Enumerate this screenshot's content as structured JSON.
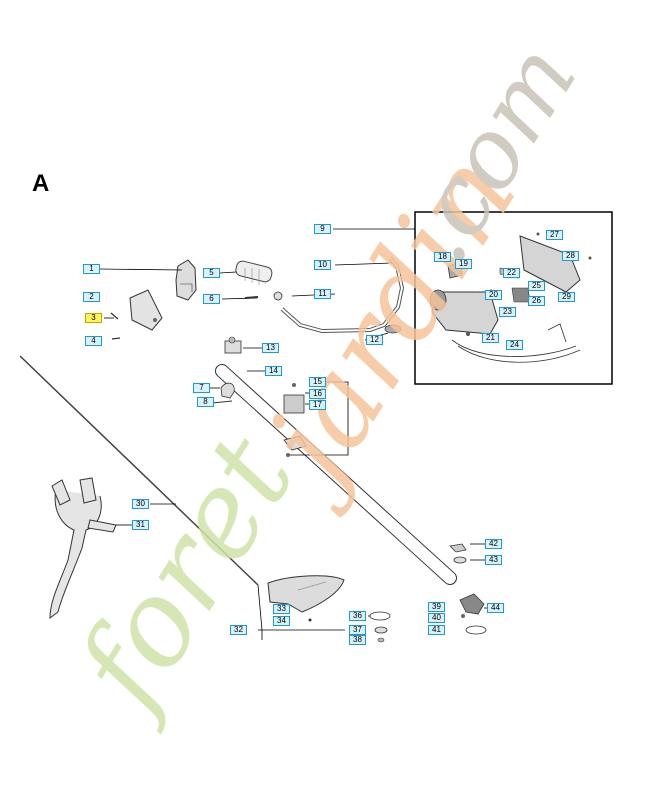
{
  "diagram": {
    "section_letter": "A"
  },
  "callouts": [
    "1",
    "2",
    "3",
    "4",
    "5",
    "6",
    "7",
    "8",
    "9",
    "10",
    "11",
    "12",
    "13",
    "14",
    "15",
    "16",
    "17",
    "18",
    "19",
    "20",
    "21",
    "22",
    "23",
    "24",
    "25",
    "26",
    "27",
    "28",
    "29",
    "30",
    "31",
    "32",
    "33",
    "34",
    "36",
    "37",
    "38",
    "39",
    "40",
    "41",
    "42",
    "43",
    "44"
  ],
  "selected_callout": "3",
  "watermark": {
    "text_part1": "foret",
    "text_part2": "jardin",
    "text_part3": ".com",
    "colors": {
      "green": "#cfe3a8",
      "orange": "#f6c59a",
      "gray": "#c9c3b6"
    }
  },
  "colors": {
    "callout_border": "#1b9bd1",
    "callout_fill": "#d9f1fb",
    "selected_fill": "#fff35a"
  }
}
